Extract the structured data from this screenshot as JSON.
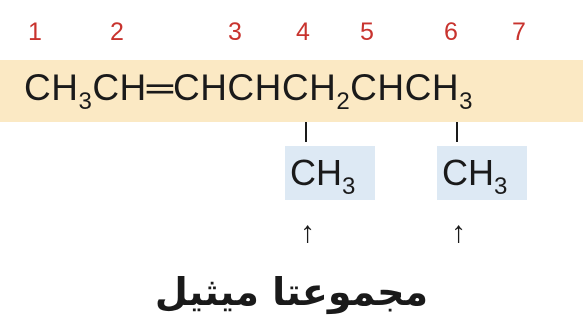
{
  "carbon_numbers": [
    "1",
    "2",
    "3",
    "4",
    "5",
    "6",
    "7"
  ],
  "colors": {
    "numbers": "#c8332e",
    "chain_highlight": "#fbe9c4",
    "substituent_highlight": "#dde9f4",
    "text": "#1a1a1a"
  },
  "main_chain": {
    "ch3_a": "CH",
    "sub3_a": "3",
    "ch_a": "CH",
    "double_bond": "═",
    "chchch": "CHCHCH",
    "sub2": "2",
    "chch": "CHCH",
    "sub3_b": "3"
  },
  "substituents": [
    {
      "text": "CH",
      "subscript": "3"
    },
    {
      "text": "CH",
      "subscript": "3"
    }
  ],
  "arrows": [
    "↑",
    "↑"
  ],
  "caption": "مجموعتا ميثيل"
}
